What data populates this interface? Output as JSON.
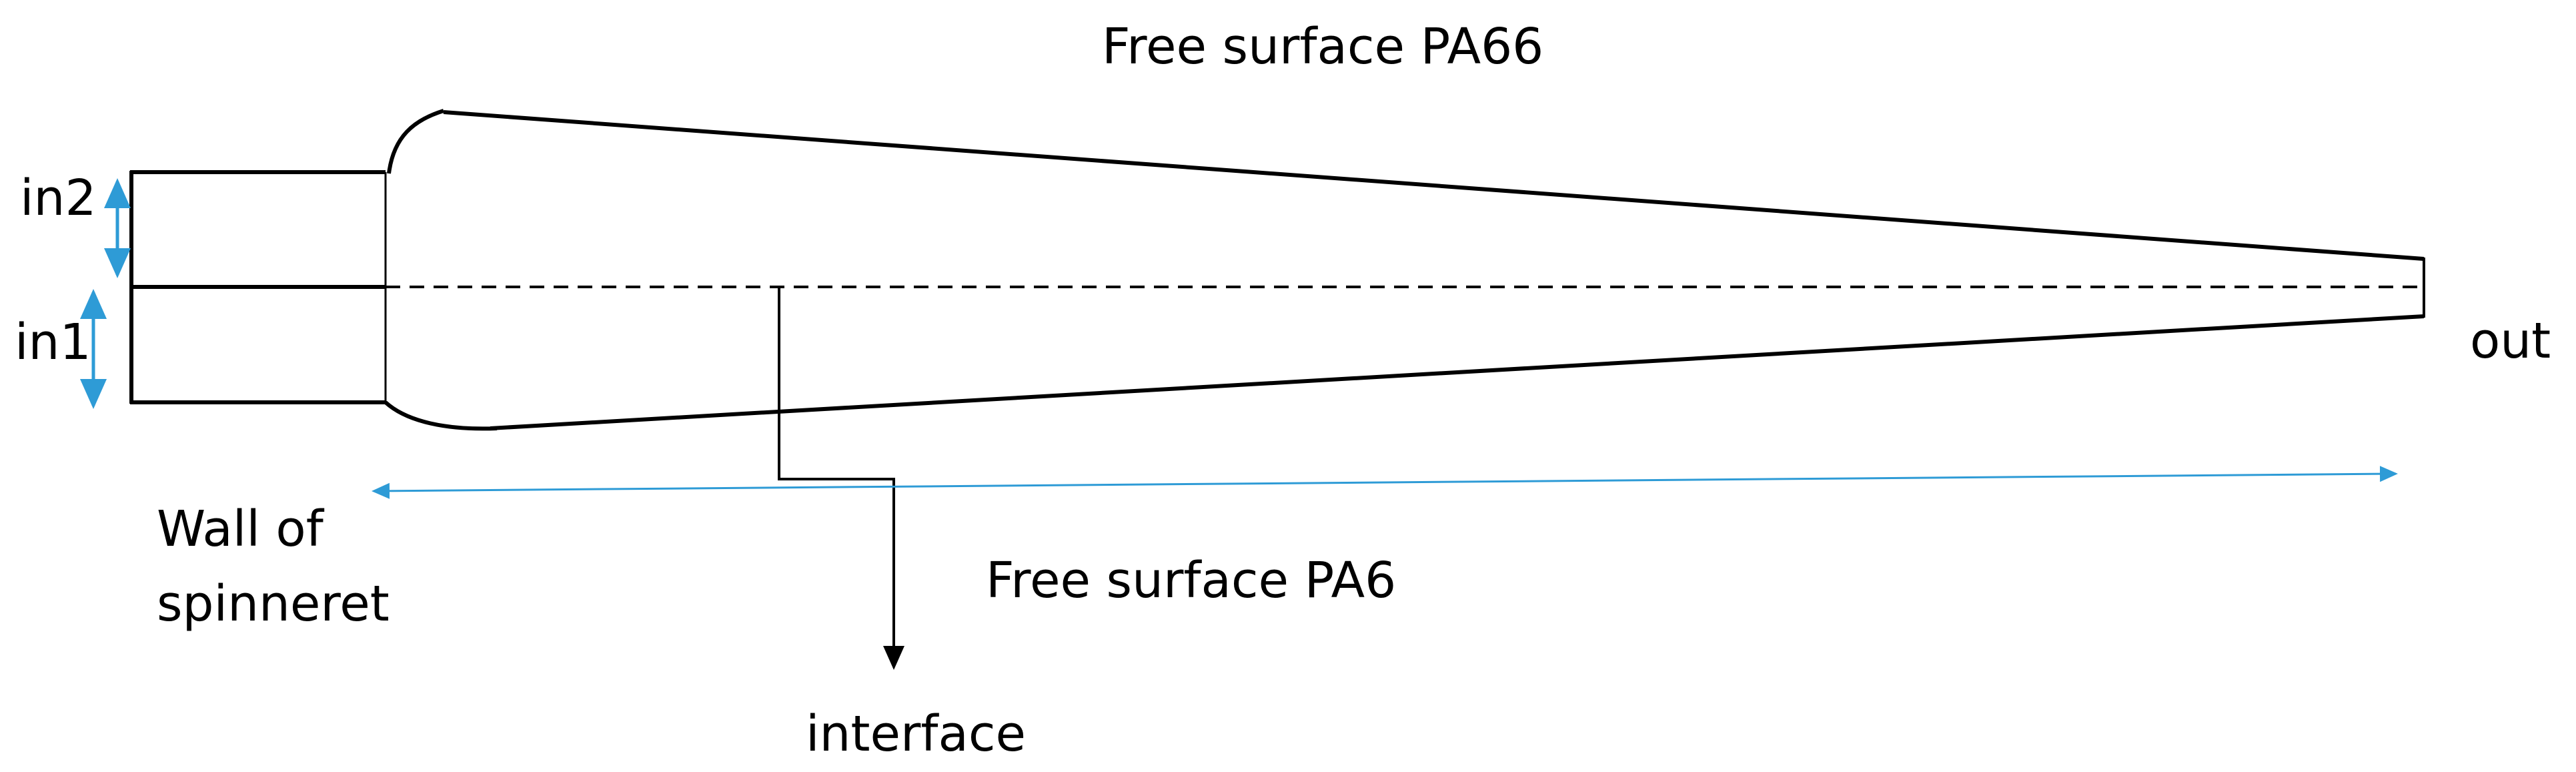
{
  "labels": {
    "top_surface": "Free surface PA66",
    "bottom_surface": "Free surface PA6",
    "inlet_upper": "in2",
    "inlet_lower": "in1",
    "outlet": "out",
    "wall": [
      "Wall of",
      "spinneret"
    ],
    "interface": "interface"
  },
  "colors": {
    "outline": "#000000",
    "dimension_arrow": "#2e9bd6"
  }
}
